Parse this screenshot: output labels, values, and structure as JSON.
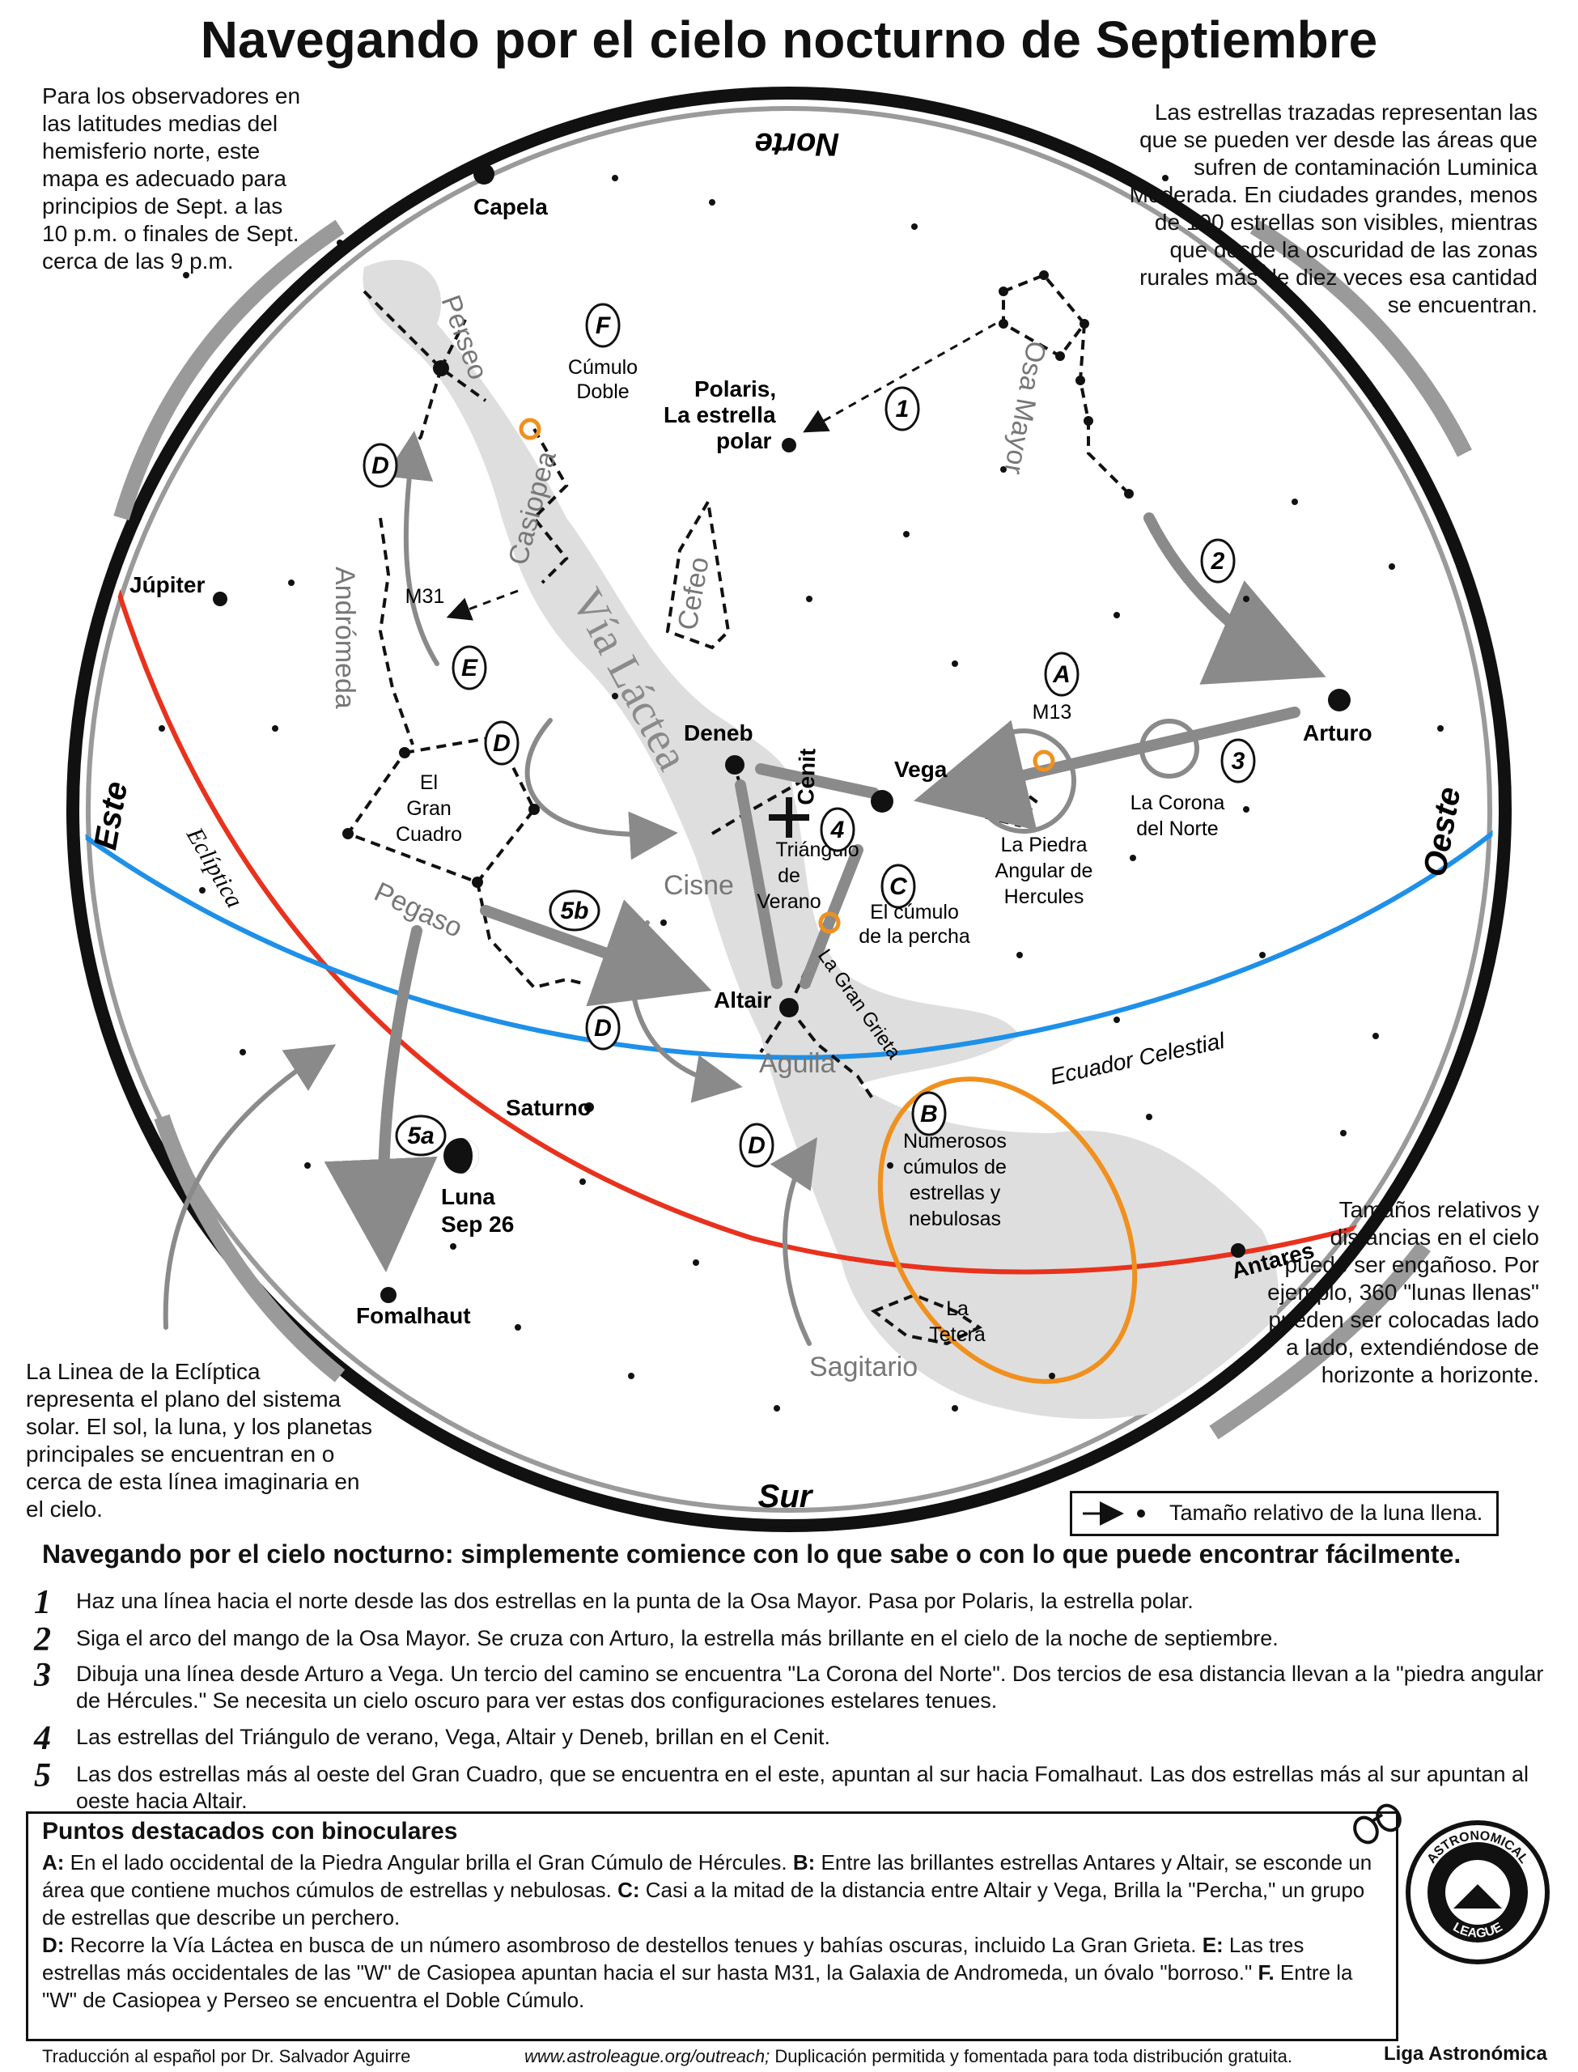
{
  "title": "Navegando por el cielo nocturno de Septiembre",
  "notes": {
    "top_left": "Para los observadores en las latitudes medias del hemisferio norte, este mapa es adecuado para principios de Sept. a las 10 p.m. o finales de Sept. cerca de las 9 p.m.",
    "top_right": "Las estrellas trazadas representan las que se pueden ver desde las áreas que sufren de contaminación Luminica Moderada. En ciudades grandes, menos de 100 estrellas son visibles, mientras que desde la oscuridad de las zonas rurales más de diez veces esa cantidad se encuentran.",
    "bottom_left": "La Linea de la Eclíptica representa el plano del sistema solar. El sol, la luna, y los planetas principales se encuentran en o cerca de esta línea imaginaria en el cielo.",
    "bottom_right": "Tamaños relativos y distancias en el cielo puede ser engañoso. Por ejemplo, 360 \"lunas llenas\" pueden ser colocadas lado a lado, extendiéndose de horizonte a horizonte."
  },
  "legend": {
    "moon_size": "Tamaño relativo de la luna llena."
  },
  "map": {
    "directions": {
      "north": "Norte",
      "south": "Sur",
      "east": "Este",
      "west": "Oeste"
    },
    "lines": {
      "ecliptic": "Eclíptica",
      "celestial_equator": "Ecuador Celestial"
    },
    "milky_way": "Vía Láctea",
    "great_rift": "La Gran Grieta",
    "constellations": {
      "perseus": "Perseo",
      "cassiopeia": "Casiopea",
      "andromeda": "Andrómeda",
      "cepheus": "Cefeo",
      "ursa_major": "Osa Mayor",
      "cygnus": "Cisne",
      "pegasus": "Pegaso",
      "aquila": "Aguila",
      "sagittarius": "Sagitario"
    },
    "stars": {
      "capella": "Capela",
      "polaris_1": "Polaris,",
      "polaris_2": "La estrella",
      "polaris_3": "polar",
      "arcturus": "Arturo",
      "deneb": "Deneb",
      "vega": "Vega",
      "altair": "Altair",
      "fomalhaut": "Fomalhaut",
      "antares": "Antares"
    },
    "planets": {
      "jupiter": "Júpiter",
      "saturn": "Saturno",
      "moon_1": "Luna",
      "moon_2": "Sep 26"
    },
    "objects": {
      "double_cluster_1": "Cúmulo",
      "double_cluster_2": "Doble",
      "m31": "M31",
      "m13": "M13",
      "zenith": "Cenit",
      "summer_triangle_1": "Triángulo",
      "summer_triangle_2": "de",
      "summer_triangle_3": "Verano",
      "coathanger_1": "El cúmulo",
      "coathanger_2": "de la percha",
      "great_square_1": "El",
      "great_square_2": "Gran",
      "great_square_3": "Cuadro",
      "corona_1": "La Corona",
      "corona_2": "del Norte",
      "keystone_1": "La Piedra",
      "keystone_2": "Angular de",
      "keystone_3": "Hercules",
      "clusters_1": "Numerosos",
      "clusters_2": "cúmulos de",
      "clusters_3": "estrellas y",
      "clusters_4": "nebulosas",
      "teapot_1": "La",
      "teapot_2": "Tetera"
    },
    "markers": {
      "m1": "1",
      "m2": "2",
      "m3": "3",
      "m4": "4",
      "m5a": "5a",
      "m5b": "5b",
      "ma": "A",
      "mb": "B",
      "mc": "C",
      "md": "D",
      "me": "E",
      "mf": "F"
    }
  },
  "navigation": {
    "title": "Navegando por el cielo nocturno: simplemente comience con lo que sabe o con lo que puede encontrar fácilmente.",
    "steps": [
      {
        "num": "1",
        "text": "Haz una línea hacia el norte desde las dos estrellas en la punta de la Osa Mayor. Pasa por Polaris, la estrella polar."
      },
      {
        "num": "2",
        "text": "Siga el arco del mango de la Osa Mayor. Se cruza con Arturo, la estrella más brillante en el cielo de la noche de septiembre."
      },
      {
        "num": "3",
        "text": "Dibuja una línea desde Arturo a Vega. Un tercio del camino se encuentra \"La Corona del Norte\". Dos tercios de esa distancia llevan a la \"piedra angular de Hércules.\" Se necesita un cielo oscuro para ver estas dos configuraciones estelares tenues."
      },
      {
        "num": "4",
        "text": "Las estrellas del Triángulo de verano, Vega, Altair y Deneb, brillan en el Cenit."
      },
      {
        "num": "5",
        "text": "Las dos estrellas más al oeste del Gran Cuadro, que se encuentra en el este, apuntan al sur hacia Fomalhaut. Las dos estrellas más al sur apuntan al oeste hacia Altair."
      }
    ]
  },
  "binoculars": {
    "title": "Puntos destacados con binoculares",
    "a_key": "A:",
    "a_text": " En el lado occidental de la Piedra Angular brilla el Gran Cúmulo de Hércules. ",
    "b_key": "B:",
    "b_text": " Entre las brillantes estrellas Antares y Altair, se esconde un área que contiene muchos cúmulos de estrellas y nebulosas. ",
    "c_key": "C:",
    "c_text": " Casi a la mitad de la distancia entre Altair y Vega, Brilla la \"Percha,\" un grupo de estrellas que describe un perchero.",
    "d_key": "D:",
    "d_text": " Recorre la Vía Láctea en busca de un número asombroso de destellos tenues y bahías oscuras, incluido La Gran Grieta. ",
    "e_key": "E:",
    "e_text": " Las tres estrellas más occidentales de las \"W\" de Casiopea apuntan hacia el sur hasta M31, la Galaxia de Andromeda, un óvalo \"borroso.\" ",
    "f_key": "F.",
    "f_text": " Entre la \"W\" de Casiopea y Perseo se encuentra el Doble Cúmulo."
  },
  "footer": {
    "translation": "Traducción al español por Dr. Salvador Aguirre",
    "url": "www.astroleague.org/outreach;",
    "permission": " Duplicación permitida y fomentada para toda distribución gratuita.",
    "org": "Liga Astronómica",
    "seal_top": "ASTRONOMICAL",
    "seal_bottom": "LEAGUE"
  },
  "colors": {
    "ecliptic": "#e8321e",
    "equator": "#1e90e8",
    "milky_way": "#dedede",
    "arrows": "#8a8a8a",
    "highlight": "#f0901e"
  }
}
